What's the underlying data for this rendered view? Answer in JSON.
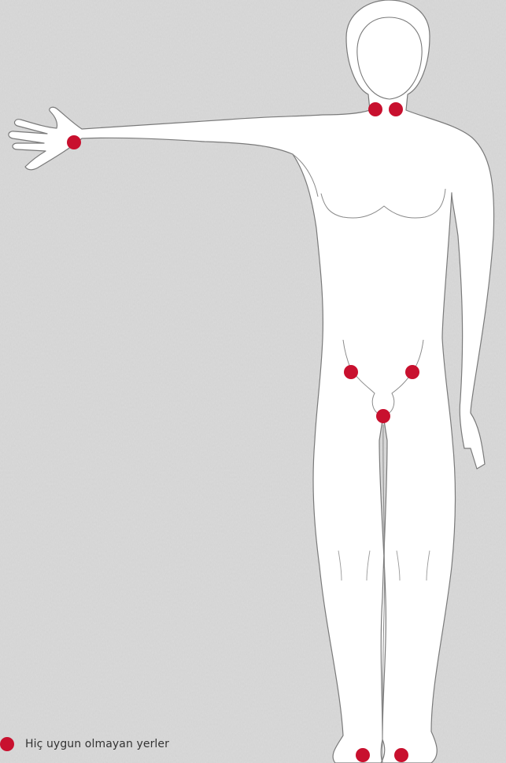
{
  "colors": {
    "marker": "#C8102E",
    "outline": "#7A7A7A",
    "body_fill": "#FFFFFF",
    "background": "#D9D9D9"
  },
  "legend": {
    "label": "Hiç uygun olmayan yerler"
  },
  "markers": [
    {
      "name": "hand-palm"
    },
    {
      "name": "neck-left"
    },
    {
      "name": "neck-right"
    },
    {
      "name": "groin-left"
    },
    {
      "name": "groin-right"
    },
    {
      "name": "genitals"
    },
    {
      "name": "foot-left"
    },
    {
      "name": "foot-right"
    }
  ]
}
